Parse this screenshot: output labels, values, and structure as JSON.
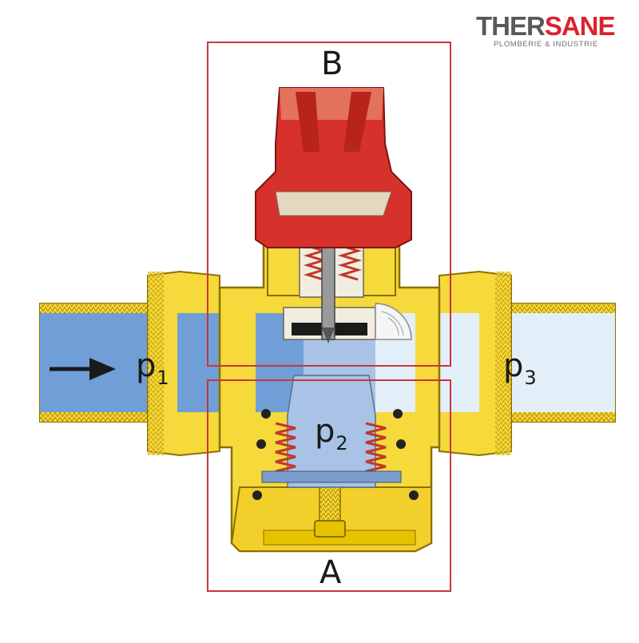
{
  "logo": {
    "brand_part1": "THER",
    "brand_part2": "SANE",
    "tagline": "PLOMBERIE & INDUSTRIE",
    "colors": {
      "dark": "#58595b",
      "red": "#d9232e"
    }
  },
  "labels": {
    "box_top": "B",
    "box_bottom": "A",
    "p1_main": "p",
    "p1_sub": "1",
    "p2_main": "p",
    "p2_sub": "2",
    "p3_main": "p",
    "p3_sub": "3"
  },
  "colors": {
    "brass": "#f6d93a",
    "brass_dark": "#c9a300",
    "water_inlet": "#6f9fd6",
    "water_outlet": "#e3eff8",
    "chamber": "#a9c3e6",
    "knob_red": "#d6322b",
    "knob_light": "#e2725c",
    "box_outline": "#c8363c"
  },
  "icons": {
    "flow_arrow": "arrow-right-icon",
    "spring": "coil-spring-icon"
  }
}
